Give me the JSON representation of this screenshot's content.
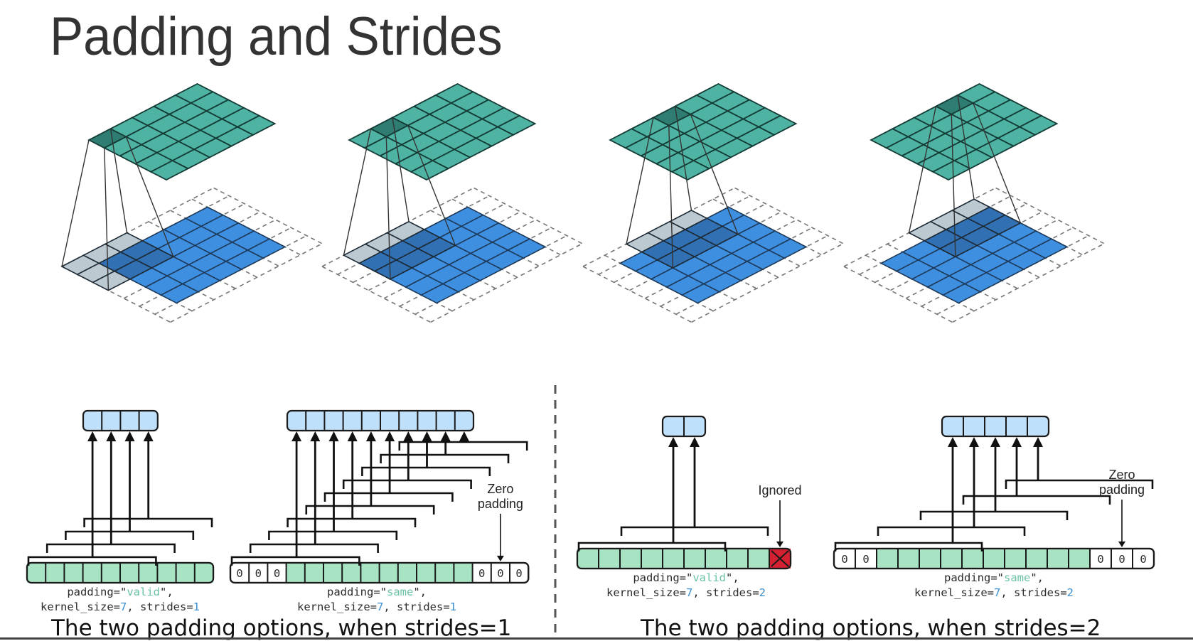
{
  "slide": {
    "title": "Padding and Strides"
  },
  "colors": {
    "output_teal": "#4fb3a3",
    "output_highlight": "#2e7c72",
    "input_blue": "#3f8fe0",
    "input_overlap": "#2f6fb0",
    "kernel_gray": "#b6c3cc",
    "input_row_green": "#a8e3c4",
    "output_row_blue": "#bfe0fb",
    "ignored_red": "#d42030",
    "keyword_green": "#6cc3a4",
    "number_blue": "#3d8fd0"
  },
  "conv3d_panels": [
    {
      "name": "step-1",
      "highlight_output_col": 0
    },
    {
      "name": "step-2",
      "highlight_output_col": 1
    },
    {
      "name": "step-3",
      "highlight_output_col": 2
    },
    {
      "name": "step-4",
      "highlight_output_col": 3
    }
  ],
  "panels": [
    {
      "id": "valid-s1",
      "padding_prefix": "padding=\"",
      "padding_value": "valid",
      "padding_suffix": "\",",
      "kernel_prefix": "kernel_size=",
      "kernel_value": "7",
      "strides_prefix": ", strides=",
      "strides_value": "1",
      "input_cells": 10,
      "left_pad": 0,
      "right_pad": 0,
      "output_cells": 4,
      "ignored_cells": 0
    },
    {
      "id": "same-s1",
      "padding_prefix": "padding=\"",
      "padding_value": "same",
      "padding_suffix": "\",",
      "kernel_prefix": "kernel_size=",
      "kernel_value": "7",
      "strides_prefix": ", strides=",
      "strides_value": "1",
      "input_cells": 10,
      "left_pad": 3,
      "right_pad": 3,
      "output_cells": 10,
      "ignored_cells": 0,
      "annotation": [
        "Zero",
        "padding"
      ],
      "pad_symbol": "0"
    },
    {
      "id": "valid-s2",
      "padding_prefix": "padding=\"",
      "padding_value": "valid",
      "padding_suffix": "\",",
      "kernel_prefix": "kernel_size=",
      "kernel_value": "7",
      "strides_prefix": ", strides=",
      "strides_value": "2",
      "input_cells": 10,
      "left_pad": 0,
      "right_pad": 0,
      "output_cells": 2,
      "ignored_cells": 1,
      "annotation": [
        "Ignored"
      ]
    },
    {
      "id": "same-s2",
      "padding_prefix": "padding=\"",
      "padding_value": "same",
      "padding_suffix": "\",",
      "kernel_prefix": "kernel_size=",
      "kernel_value": "7",
      "strides_prefix": ", strides=",
      "strides_value": "2",
      "input_cells": 10,
      "left_pad": 2,
      "right_pad": 3,
      "output_cells": 5,
      "ignored_cells": 0,
      "annotation": [
        "Zero",
        "padding"
      ],
      "pad_symbol": "0"
    }
  ],
  "captions": {
    "left": "The two padding options, when strides=1",
    "right": "The two padding options, when strides=2"
  }
}
